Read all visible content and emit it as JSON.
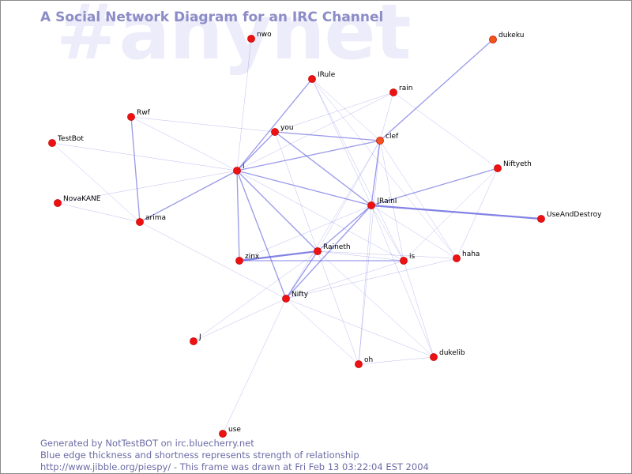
{
  "watermark": "#anynet",
  "title": "A Social Network Diagram for an IRC Channel",
  "footer": {
    "line1": "Generated by NotTestBOT on irc.bluecherry.net",
    "line2": "Blue edge thickness and shortness represents strength of relationship",
    "line3": "http://www.jibble.org/piespy/ - This frame was drawn at Fri Feb 13 03:22:04 EST 2004"
  },
  "colors": {
    "watermark": "#ececfa",
    "title": "#8c8cc6",
    "footer": "#6b6ba6",
    "edge": "#5a5adc",
    "node": "#ee1111",
    "node_outline": "#bb0000",
    "node_orange": "#f2531a"
  },
  "nodes": [
    {
      "id": "nwo",
      "label": "nwo"
    },
    {
      "id": "dukeku",
      "label": "dukeku",
      "color": "orange"
    },
    {
      "id": "IRule",
      "label": "IRule"
    },
    {
      "id": "rain",
      "label": "rain"
    },
    {
      "id": "Rwf",
      "label": "Rwf"
    },
    {
      "id": "you",
      "label": "you"
    },
    {
      "id": "clef",
      "label": "clef",
      "color": "orange"
    },
    {
      "id": "TestBot",
      "label": "TestBot"
    },
    {
      "id": "Niftyeth",
      "label": "Niftyeth"
    },
    {
      "id": "i",
      "label": "i"
    },
    {
      "id": "NovaKANE",
      "label": "NovaKANE"
    },
    {
      "id": "IRainI",
      "label": "|RainI"
    },
    {
      "id": "UseAndDestroy",
      "label": "UseAndDestroy"
    },
    {
      "id": "arima",
      "label": "arima"
    },
    {
      "id": "zinx",
      "label": "zinx"
    },
    {
      "id": "Raineth",
      "label": "Raineth"
    },
    {
      "id": "is",
      "label": "is"
    },
    {
      "id": "haha",
      "label": "haha"
    },
    {
      "id": "Nifty",
      "label": "Nifty"
    },
    {
      "id": "J",
      "label": "J"
    },
    {
      "id": "oh",
      "label": "oh"
    },
    {
      "id": "dukelib",
      "label": "dukelib"
    },
    {
      "id": "use",
      "label": "use"
    }
  ],
  "edges": [
    {
      "source": "nwo",
      "target": "i",
      "weight": 1
    },
    {
      "source": "dukeku",
      "target": "clef",
      "weight": 2
    },
    {
      "source": "IRule",
      "target": "i",
      "weight": 2
    },
    {
      "source": "IRule",
      "target": "clef",
      "weight": 1
    },
    {
      "source": "IRule",
      "target": "IRainI",
      "weight": 1
    },
    {
      "source": "IRule",
      "target": "is",
      "weight": 1
    },
    {
      "source": "IRule",
      "target": "haha",
      "weight": 1
    },
    {
      "source": "rain",
      "target": "you",
      "weight": 1
    },
    {
      "source": "rain",
      "target": "clef",
      "weight": 1
    },
    {
      "source": "rain",
      "target": "i",
      "weight": 1
    },
    {
      "source": "rain",
      "target": "Niftyeth",
      "weight": 1
    },
    {
      "source": "Rwf",
      "target": "you",
      "weight": 1
    },
    {
      "source": "Rwf",
      "target": "arima",
      "weight": 2
    },
    {
      "source": "Rwf",
      "target": "i",
      "weight": 1
    },
    {
      "source": "you",
      "target": "i",
      "weight": 2
    },
    {
      "source": "you",
      "target": "clef",
      "weight": 2
    },
    {
      "source": "you",
      "target": "IRainI",
      "weight": 2
    },
    {
      "source": "you",
      "target": "Raineth",
      "weight": 1
    },
    {
      "source": "clef",
      "target": "i",
      "weight": 2
    },
    {
      "source": "clef",
      "target": "IRainI",
      "weight": 2
    },
    {
      "source": "clef",
      "target": "Raineth",
      "weight": 1
    },
    {
      "source": "clef",
      "target": "is",
      "weight": 1
    },
    {
      "source": "clef",
      "target": "haha",
      "weight": 1
    },
    {
      "source": "clef",
      "target": "oh",
      "weight": 1
    },
    {
      "source": "clef",
      "target": "Nifty",
      "weight": 1
    },
    {
      "source": "TestBot",
      "target": "i",
      "weight": 1
    },
    {
      "source": "TestBot",
      "target": "arima",
      "weight": 1
    },
    {
      "source": "Niftyeth",
      "target": "IRainI",
      "weight": 2
    },
    {
      "source": "Niftyeth",
      "target": "haha",
      "weight": 1
    },
    {
      "source": "Niftyeth",
      "target": "is",
      "weight": 1
    },
    {
      "source": "i",
      "target": "NovaKANE",
      "weight": 1
    },
    {
      "source": "i",
      "target": "arima",
      "weight": 2
    },
    {
      "source": "i",
      "target": "IRainI",
      "weight": 2
    },
    {
      "source": "i",
      "target": "zinx",
      "weight": 2
    },
    {
      "source": "i",
      "target": "Raineth",
      "weight": 2
    },
    {
      "source": "i",
      "target": "Nifty",
      "weight": 2
    },
    {
      "source": "i",
      "target": "is",
      "weight": 1
    },
    {
      "source": "NovaKANE",
      "target": "arima",
      "weight": 1
    },
    {
      "source": "IRainI",
      "target": "UseAndDestroy",
      "weight": 3
    },
    {
      "source": "IRainI",
      "target": "Raineth",
      "weight": 2
    },
    {
      "source": "IRainI",
      "target": "Nifty",
      "weight": 2
    },
    {
      "source": "IRainI",
      "target": "zinx",
      "weight": 1
    },
    {
      "source": "IRainI",
      "target": "is",
      "weight": 1
    },
    {
      "source": "IRainI",
      "target": "haha",
      "weight": 1
    },
    {
      "source": "IRainI",
      "target": "dukelib",
      "weight": 1
    },
    {
      "source": "IRainI",
      "target": "oh",
      "weight": 1
    },
    {
      "source": "arima",
      "target": "Nifty",
      "weight": 1
    },
    {
      "source": "zinx",
      "target": "Raineth",
      "weight": 3
    },
    {
      "source": "zinx",
      "target": "is",
      "weight": 2
    },
    {
      "source": "Raineth",
      "target": "is",
      "weight": 1
    },
    {
      "source": "Raineth",
      "target": "haha",
      "weight": 1
    },
    {
      "source": "Raineth",
      "target": "Nifty",
      "weight": 2
    },
    {
      "source": "Raineth",
      "target": "J",
      "weight": 1
    },
    {
      "source": "Raineth",
      "target": "dukelib",
      "weight": 1
    },
    {
      "source": "Raineth",
      "target": "oh",
      "weight": 1
    },
    {
      "source": "is",
      "target": "Nifty",
      "weight": 1
    },
    {
      "source": "is",
      "target": "dukelib",
      "weight": 1
    },
    {
      "source": "haha",
      "target": "Nifty",
      "weight": 1
    },
    {
      "source": "Nifty",
      "target": "J",
      "weight": 1
    },
    {
      "source": "Nifty",
      "target": "use",
      "weight": 1
    },
    {
      "source": "Nifty",
      "target": "oh",
      "weight": 1
    },
    {
      "source": "Nifty",
      "target": "dukelib",
      "weight": 1
    },
    {
      "source": "oh",
      "target": "dukelib",
      "weight": 1
    }
  ]
}
